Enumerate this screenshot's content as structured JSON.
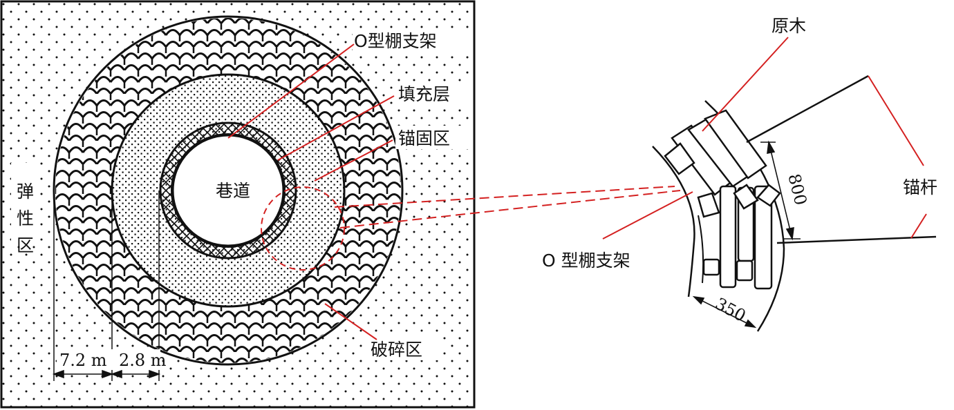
{
  "diagram": {
    "left_panel": {
      "zones": {
        "elastic": "弹性区",
        "broken": "破碎区",
        "anchored": "锚固区",
        "fill_layer": "填充层",
        "support": "O型棚支架",
        "roadway": "巷道"
      },
      "dimensions": {
        "outer": "7.2 m",
        "inner": "2.8 m"
      }
    },
    "right_panel": {
      "labels": {
        "log": "原木",
        "bolt": "锚杆",
        "support": "O 型棚支架"
      },
      "dimensions": {
        "length": "800",
        "thickness": "350"
      }
    }
  },
  "colors": {
    "line": "#111111",
    "leader": "#d42020",
    "background": "#ffffff"
  }
}
